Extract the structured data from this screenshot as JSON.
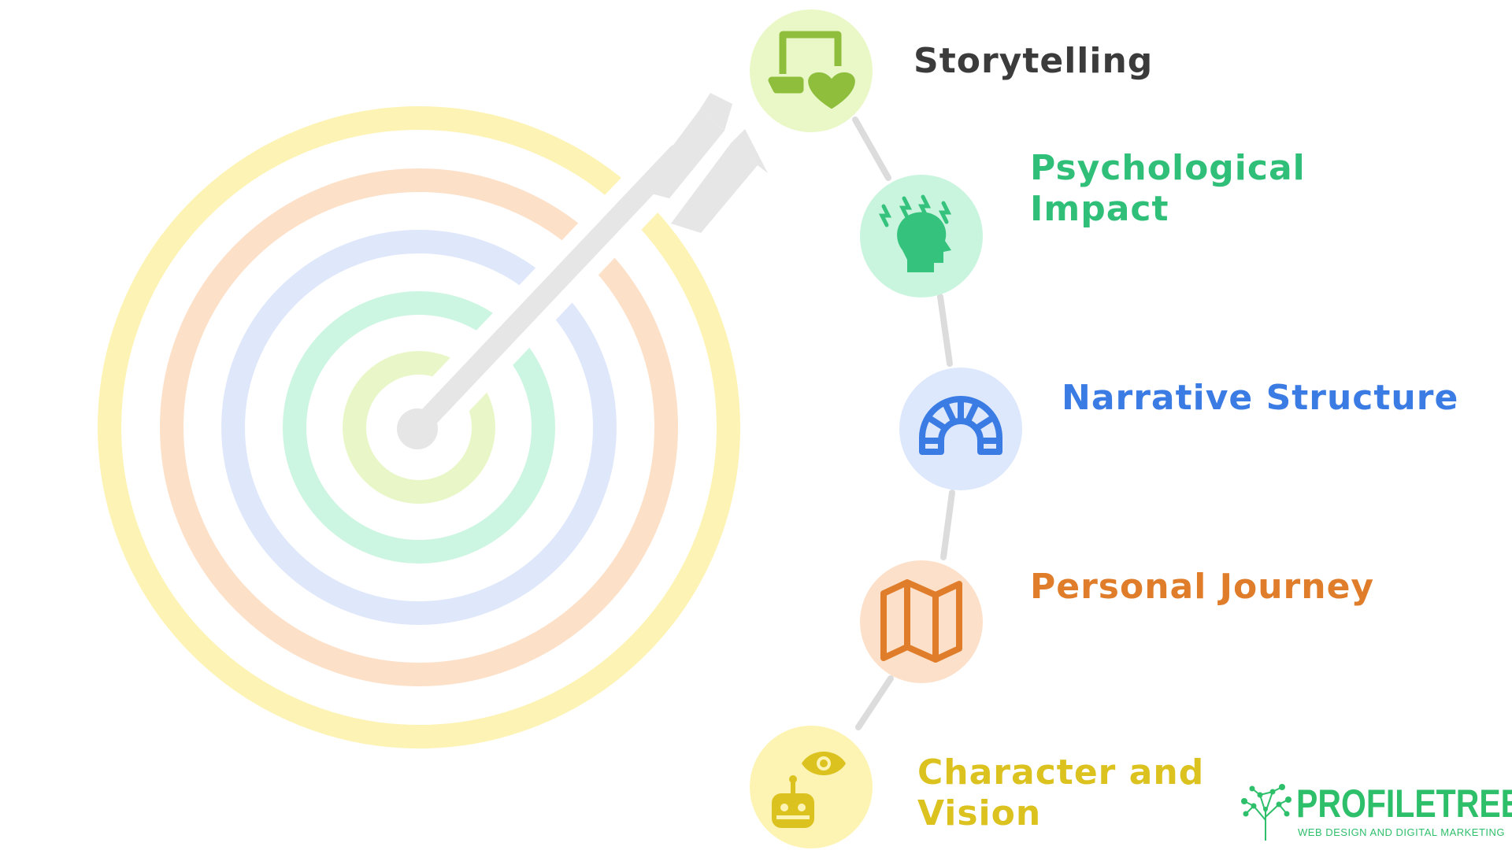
{
  "colors": {
    "ring_yellow": "#fdf3b4",
    "ring_peach": "#fde0c8",
    "ring_blue": "#dfe8fb",
    "ring_green": "#cdf6e2",
    "ring_lime": "#e9f7c8",
    "arrow": "#e6e6e6",
    "connector": "#dcdcdc",
    "logo_green": "#2ebf6b"
  },
  "diagram": {
    "items": [
      {
        "label": "Storytelling",
        "icon": "laptop-heart-icon",
        "text_color": "#3b3b3b",
        "icon_color": "#8fbe3d",
        "circle_color": "#eaf8c8"
      },
      {
        "label_line1": "Psychological",
        "label_line2": "Impact",
        "icon": "head-thinking-icon",
        "text_color": "#2fbf78",
        "icon_color": "#34c27d",
        "circle_color": "#c9f5df"
      },
      {
        "label": "Narrative Structure",
        "icon": "arch-icon",
        "text_color": "#3b7be4",
        "icon_color": "#3b7be4",
        "circle_color": "#dde8fc"
      },
      {
        "label": "Personal Journey",
        "icon": "map-icon",
        "text_color": "#e07d2a",
        "icon_color": "#e07d2a",
        "circle_color": "#fde0c9"
      },
      {
        "label_line1": "Character and",
        "label_line2": "Vision",
        "icon": "robot-eye-icon",
        "text_color": "#dcc21f",
        "icon_color": "#dcc21f",
        "circle_color": "#fdf4b3"
      }
    ]
  },
  "logo": {
    "name": "PROFILETREE",
    "tagline": "WEB DESIGN AND DIGITAL MARKETING",
    "icon": "tree-network-icon"
  }
}
